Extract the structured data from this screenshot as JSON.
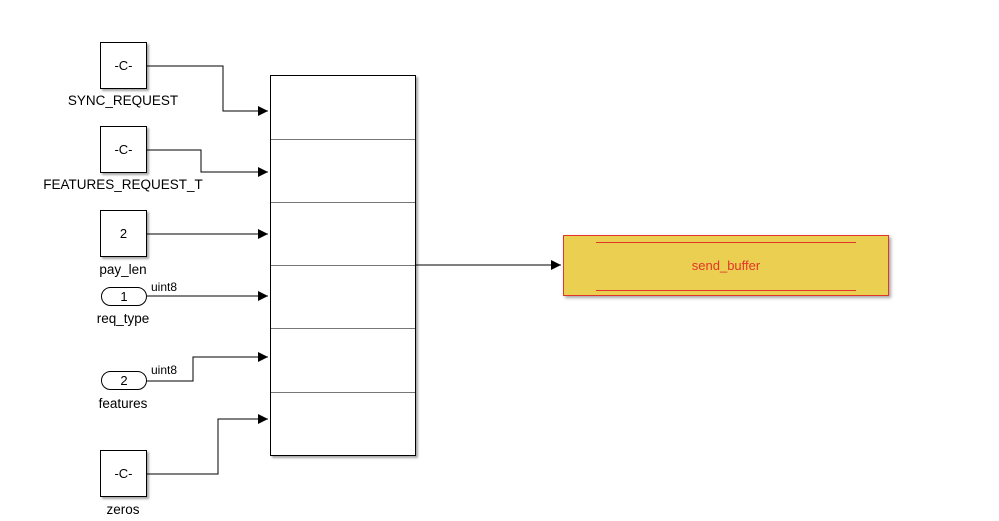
{
  "blocks": {
    "sync_request": {
      "value": "-C-",
      "name": "SYNC_REQUEST"
    },
    "features_request": {
      "value": "-C-",
      "name": "FEATURES_REQUEST_T"
    },
    "pay_len": {
      "value": "2",
      "name": "pay_len"
    },
    "req_type": {
      "port": "1",
      "name": "req_type",
      "signal_type": "uint8"
    },
    "features": {
      "port": "2",
      "name": "features",
      "signal_type": "uint8"
    },
    "zeros": {
      "value": "-C-",
      "name": "zeros"
    }
  },
  "concatenate": {
    "inputs": 6
  },
  "data_store": {
    "name": "send_buffer"
  },
  "colors": {
    "store_fill": "#ebcf50",
    "store_border": "#e2352a",
    "line": "#000000"
  }
}
